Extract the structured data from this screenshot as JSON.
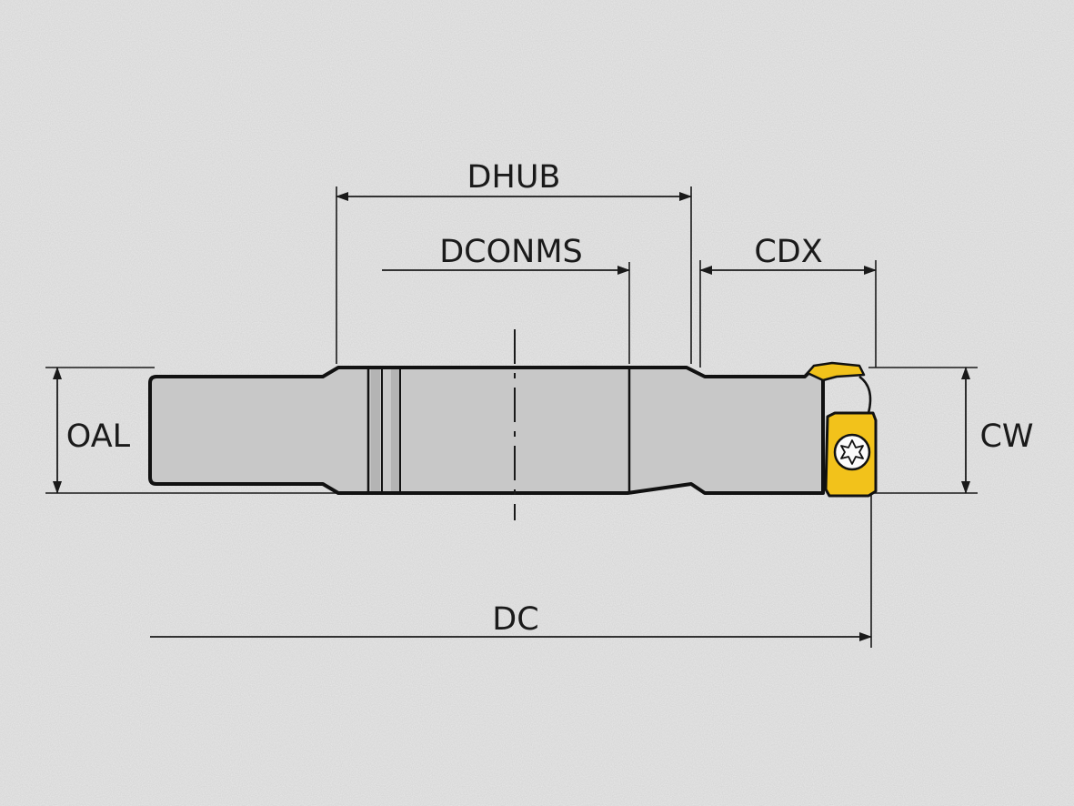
{
  "labels": {
    "dhub": "DHUB",
    "dconms": "DCONMS",
    "cdx": "CDX",
    "oal": "OAL",
    "cw": "CW",
    "dc": "DC"
  },
  "colors": {
    "background": "#e9e9e9",
    "tool_body": "#c8c8c8",
    "outline": "#111111",
    "insert": "#f2c21b"
  },
  "icons": {
    "screw": "torx-screw-icon"
  }
}
